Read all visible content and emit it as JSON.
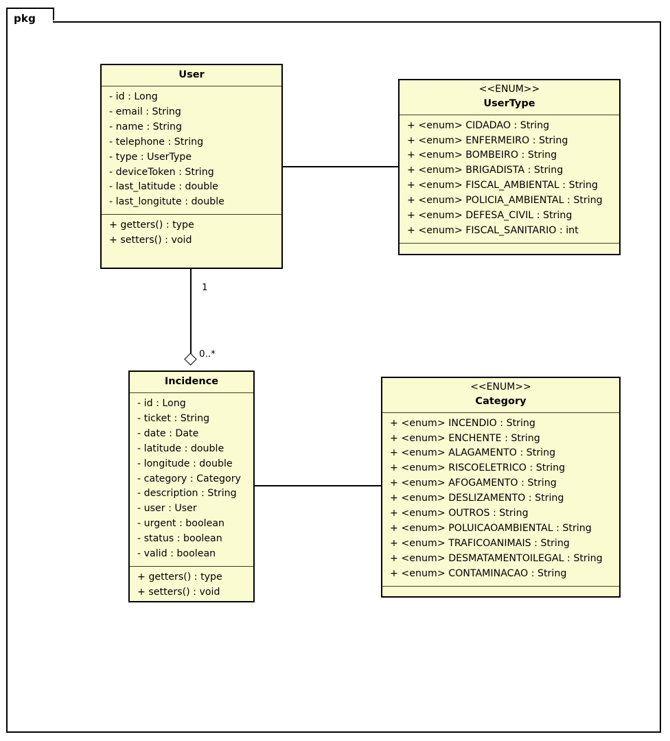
{
  "package": {
    "label": "pkg"
  },
  "diagram": {
    "type": "uml-class-diagram",
    "classes": [
      {
        "id": "user",
        "name": "User",
        "stereotype": "",
        "attributes": [
          "- id : Long",
          "- email : String",
          "- name : String",
          "- telephone : String",
          "- type : UserType",
          "- deviceToken : String",
          "- last_latitude : double",
          "- last_longitute : double"
        ],
        "methods": [
          "+ getters() : type",
          "+ setters() : void"
        ],
        "has_empty_compartment": false
      },
      {
        "id": "usertype",
        "name": "UserType",
        "stereotype": "<<ENUM>>",
        "attributes": [
          "+ <enum> CIDADAO : String",
          "+ <enum> ENFERMEIRO : String",
          "+ <enum> BOMBEIRO : String",
          "+ <enum> BRIGADISTA : String",
          "+ <enum> FISCAL_AMBIENTAL : String",
          "+ <enum> POLICIA_AMBIENTAL : String",
          "+ <enum> DEFESA_CIVIL : String",
          "+ <enum> FISCAL_SANITARIO : int"
        ],
        "methods": [],
        "has_empty_compartment": true
      },
      {
        "id": "incidence",
        "name": "Incidence",
        "stereotype": "",
        "attributes": [
          "- id : Long",
          "- ticket : String",
          "- date : Date",
          "- latitude : double",
          "- longitude : double",
          "- category : Category",
          "- description : String",
          "- user : User",
          "- urgent : boolean",
          "- status : boolean",
          "- valid : boolean"
        ],
        "methods": [
          "+ getters() : type",
          "+ setters() : void"
        ],
        "has_empty_compartment": false
      },
      {
        "id": "category",
        "name": "Category",
        "stereotype": "<<ENUM>>",
        "attributes": [
          "+ <enum> INCENDIO : String",
          "+ <enum> ENCHENTE : String",
          "+ <enum> ALAGAMENTO : String",
          "+ <enum> RISCOELETRICO : String",
          "+ <enum> AFOGAMENTO : String",
          "+ <enum> DESLIZAMENTO : String",
          "+ <enum> OUTROS : String",
          "+ <enum> POLUICAOAMBIENTAL : String",
          "+ <enum> TRAFICOANIMAIS : String",
          "+ <enum> DESMATAMENTOILEGAL : String",
          "+ <enum> CONTAMINACAO : String"
        ],
        "methods": [],
        "has_empty_compartment": true
      }
    ],
    "relationships": [
      {
        "id": "user-usertype",
        "from": "User",
        "to": "UserType",
        "kind": "association",
        "source_multiplicity": "",
        "target_multiplicity": ""
      },
      {
        "id": "user-incidence",
        "from": "User",
        "to": "Incidence",
        "kind": "aggregation",
        "source_multiplicity": "1",
        "target_multiplicity": "0..*"
      },
      {
        "id": "incidence-category",
        "from": "Incidence",
        "to": "Category",
        "kind": "association",
        "source_multiplicity": "",
        "target_multiplicity": ""
      }
    ]
  },
  "colors": {
    "box_fill": "#fbfbd2",
    "box_border": "#000000",
    "line": "#000000",
    "canvas": "#ffffff"
  }
}
